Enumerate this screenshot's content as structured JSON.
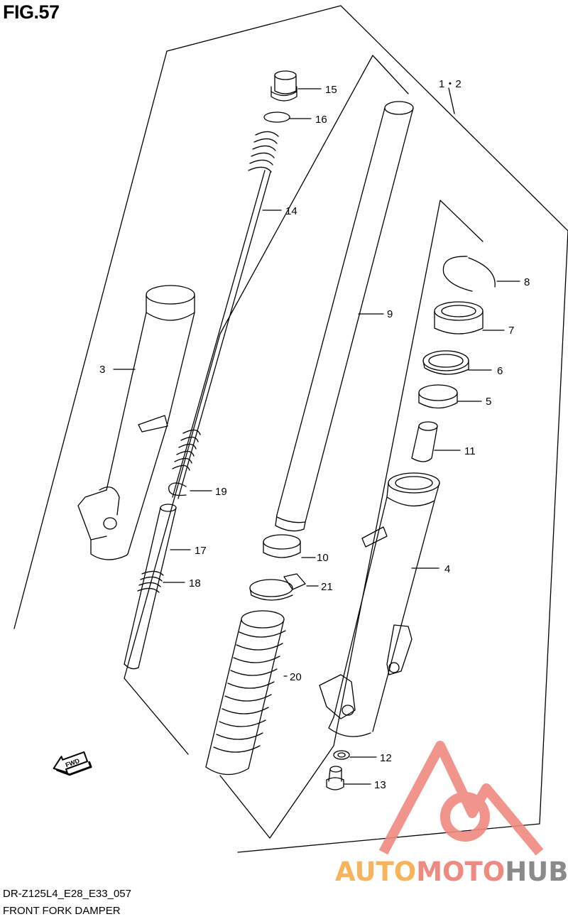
{
  "figure": {
    "title": "FIG.57"
  },
  "footer": {
    "code": "DR-Z125L4_E28_E33_057",
    "name": "FRONT FORK DAMPER"
  },
  "callouts": [
    {
      "id": "1-2",
      "label": "1・2"
    },
    {
      "id": "3",
      "label": "3"
    },
    {
      "id": "4",
      "label": "4"
    },
    {
      "id": "5",
      "label": "5"
    },
    {
      "id": "6",
      "label": "6"
    },
    {
      "id": "7",
      "label": "7"
    },
    {
      "id": "8",
      "label": "8"
    },
    {
      "id": "9",
      "label": "9"
    },
    {
      "id": "10",
      "label": "10"
    },
    {
      "id": "11",
      "label": "11"
    },
    {
      "id": "12",
      "label": "12"
    },
    {
      "id": "13",
      "label": "13"
    },
    {
      "id": "14",
      "label": "14"
    },
    {
      "id": "15",
      "label": "15"
    },
    {
      "id": "16",
      "label": "16"
    },
    {
      "id": "17",
      "label": "17"
    },
    {
      "id": "18",
      "label": "18"
    },
    {
      "id": "19",
      "label": "19"
    },
    {
      "id": "20",
      "label": "20"
    },
    {
      "id": "21",
      "label": "21"
    }
  ],
  "fwd_badge": {
    "label": "FWD"
  },
  "watermark": {
    "parts": [
      {
        "text": "AUTO",
        "color": "#f7b45a"
      },
      {
        "text": "MOTO",
        "color": "#f08a80"
      },
      {
        "text": "HUB",
        "color": "#8a8a8a"
      }
    ],
    "logo_color": "#f08a80"
  }
}
